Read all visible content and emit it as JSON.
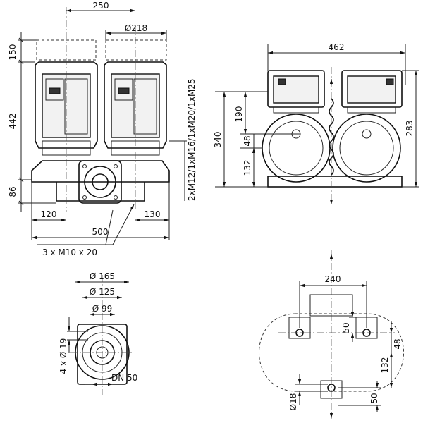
{
  "front_view": {
    "dim_width_centers": "250",
    "dim_motor_diameter": "Ø218",
    "dim_top_clearance": "150",
    "dim_motor_height": "442",
    "dim_base_height": "86",
    "dim_left_offset": "120",
    "dim_right_offset": "130",
    "dim_total_width": "500",
    "cable_glands": "2xM12/1xM16/1xM20/1xM25",
    "mounting_screws": "3 x M10 x 20"
  },
  "side_view": {
    "dim_total_width": "462",
    "dim_motor_height": "283",
    "dim_total_height": "340",
    "dim_upper": "190",
    "dim_offset": "48",
    "dim_lower": "132"
  },
  "flange_view": {
    "dim_outer": "Ø 165",
    "dim_bolt_circle": "Ø 125",
    "dim_inner": "Ø 99",
    "dim_holes": "4 x Ø 19",
    "nominal_size": "DN 50"
  },
  "footprint_view": {
    "dim_width": "240",
    "dim_upper_spacing": "50",
    "dim_offset": "48",
    "dim_lower": "132",
    "dim_lower_spacing": "50",
    "dim_hole": "Ø18"
  }
}
